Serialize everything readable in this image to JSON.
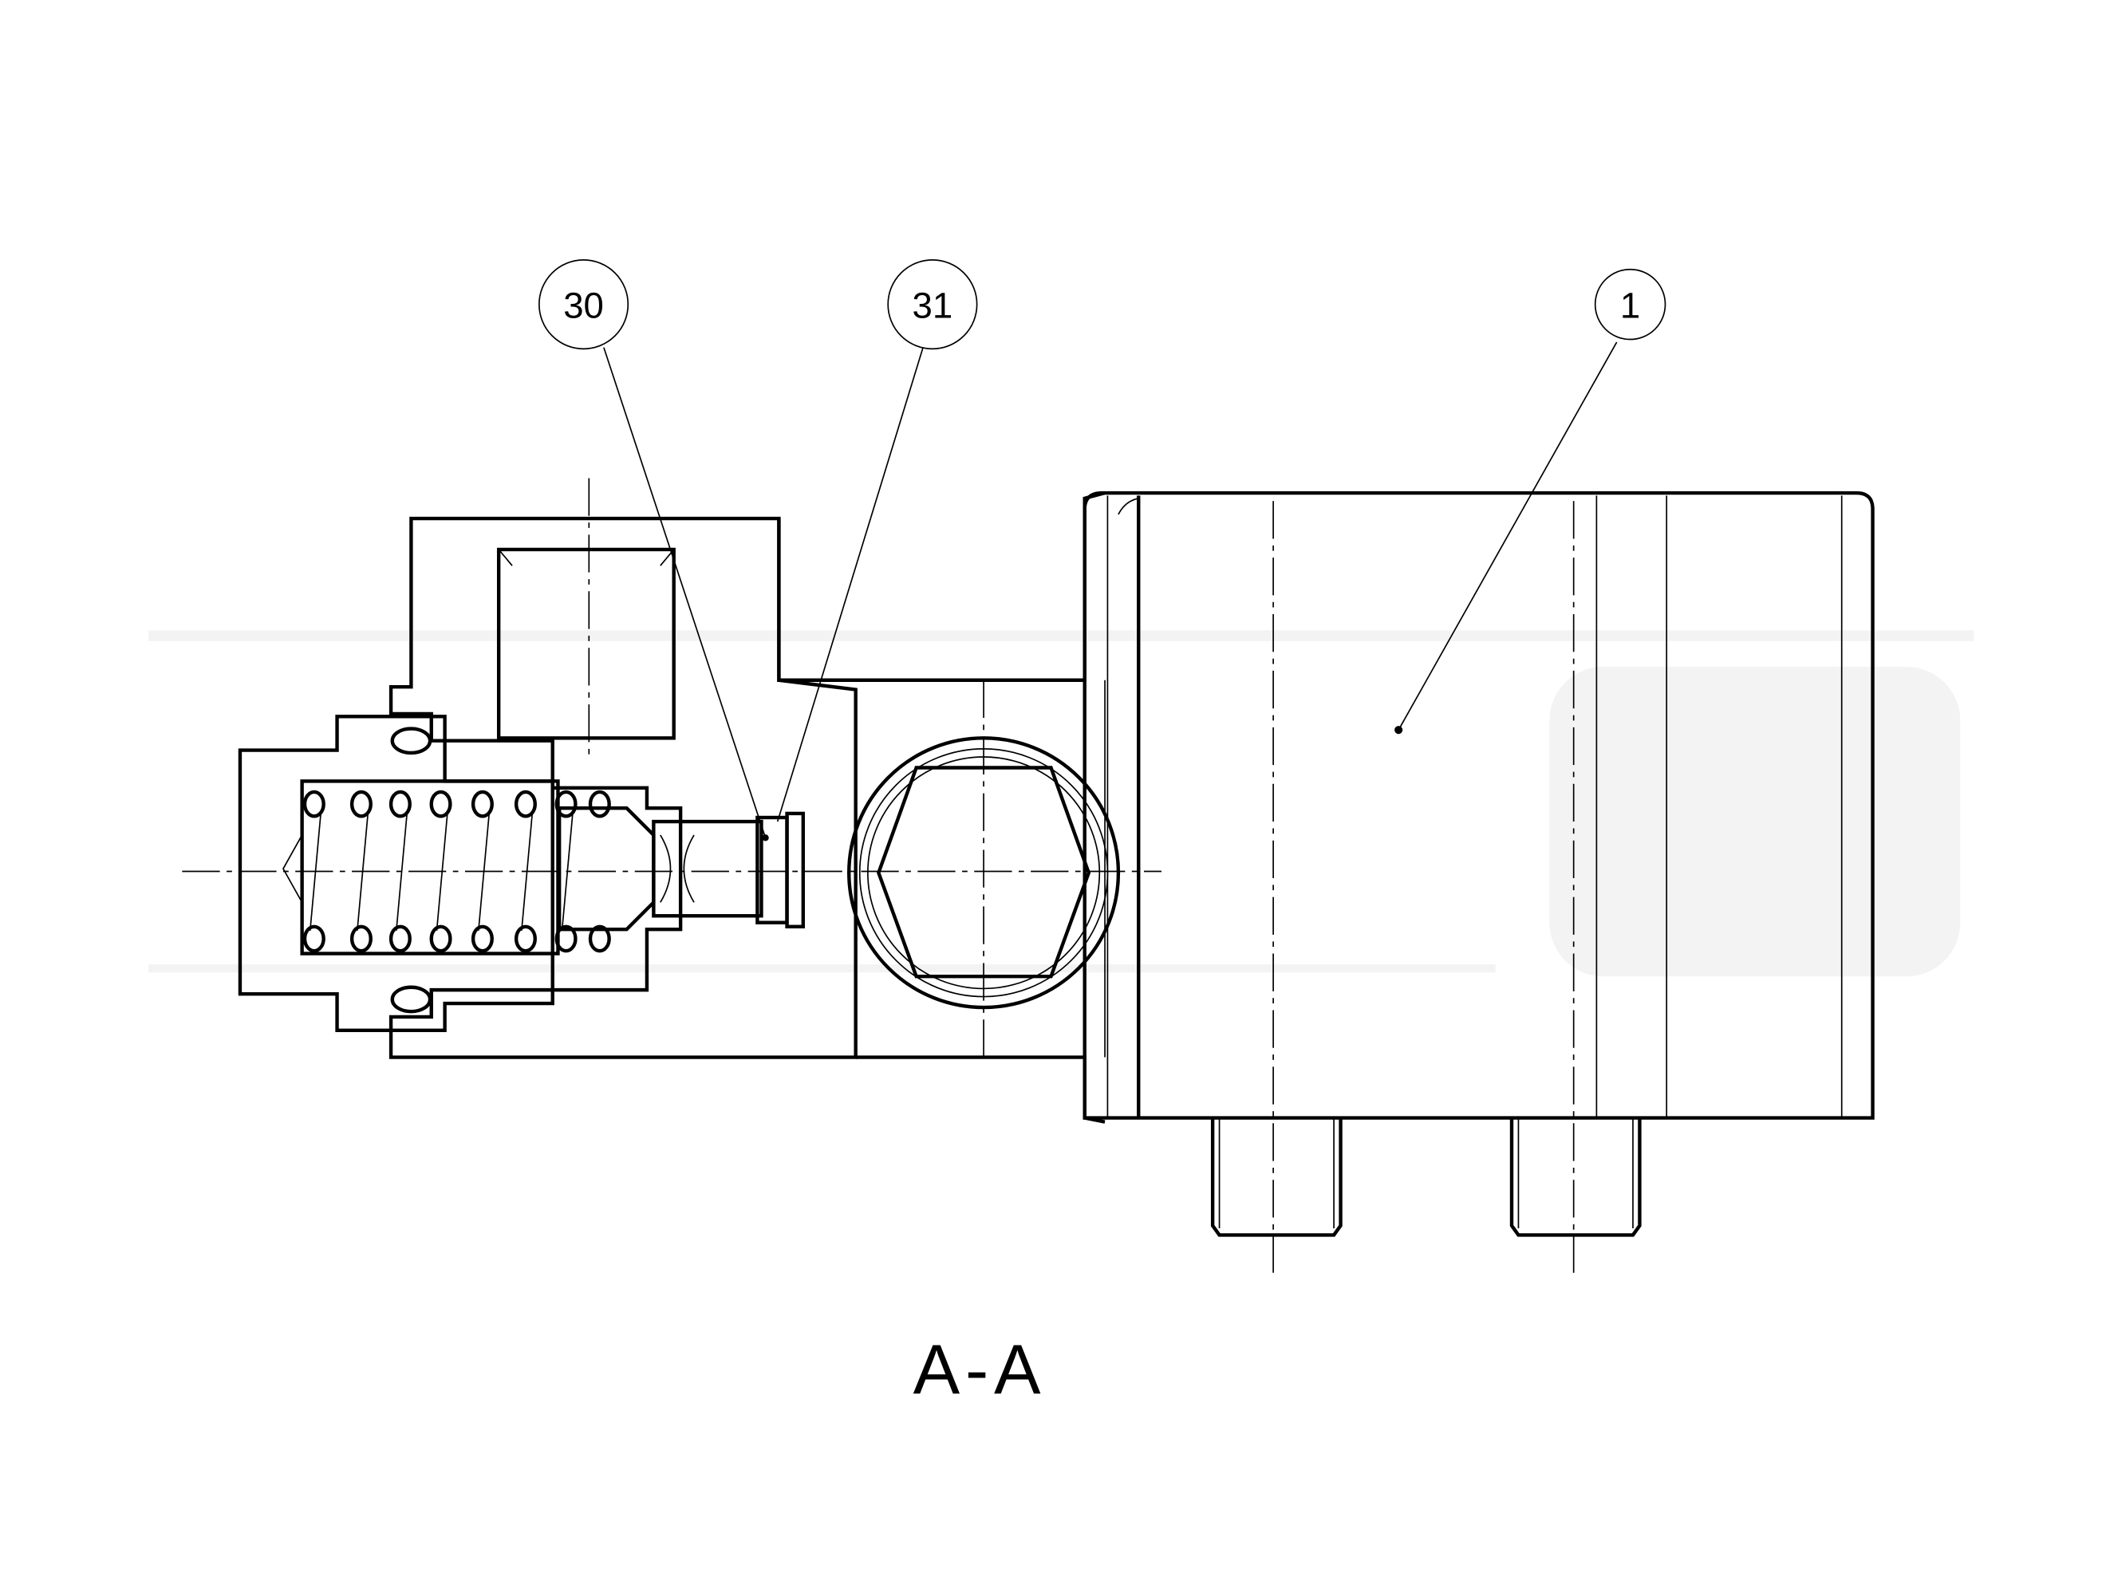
{
  "drawing": {
    "section_label": "A-A",
    "balloons": [
      {
        "id": "30"
      },
      {
        "id": "31"
      },
      {
        "id": "1"
      }
    ]
  }
}
